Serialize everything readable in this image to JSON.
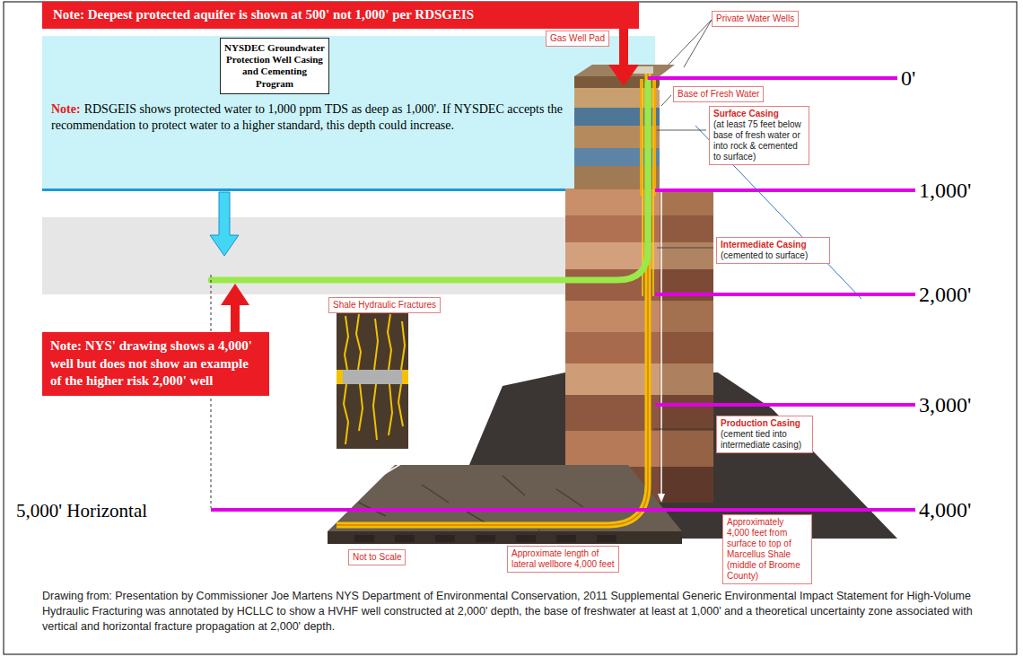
{
  "diagram": {
    "caption": "Drawing from: Presentation by Commissioner Joe Martens NYS Department of Environmental Conservation, 2011 Supplemental Generic Environmental Impact Statement for High-Volume Hydraulic Fracturing was annotated by HCLLC to show a HVHF well constructed at 2,000' depth, the base of freshwater at least at 1,000' and a theoretical uncertainty zone associated with vertical and horizontal fracture propagation at 2,000' depth.",
    "nodes": [
      {
        "text": [
          "Note: Deepest protected aquifer is shown at 500' not 1,000' per RDSGEIS"
        ]
      },
      {
        "text": [
          "Gas Well Pad"
        ]
      },
      {
        "text": [
          "Private Water Wells"
        ]
      },
      {
        "text": [
          "Note:",
          "RDSGEIS shows protected water to 1,000 ppm TDS as deep as 1,000'. If NYSDEC accepts the recommendation to protect water to a higher standard, this depth could increase."
        ]
      },
      {
        "text": [
          "NYSDEC Groundwater Protection Well Casing and Cementing Program"
        ],
        "in": 3
      },
      {
        "text": [
          "Base of Fresh Water"
        ]
      },
      {
        "text": [
          "Surface Casing",
          "(at least 75 feet below base of fresh water or into rock & cemented to surface)"
        ]
      },
      {
        "text": [
          "Intermediate Casing",
          "(cemented to surface)"
        ]
      },
      {
        "text": [
          "Shale Hydraulic Fractures"
        ]
      },
      {
        "text": [
          "Note: NYS' drawing shows a 4,000' well but does not show an example of the higher risk 2,000' well"
        ]
      },
      {
        "text": [
          "Production Casing",
          "(cement tied into intermediate casing)"
        ]
      },
      {
        "text": [
          "Approximately 4,000 feet from surface to top of Marcellus Shale (middle of Broome County)"
        ]
      },
      {
        "text": [
          "Not to Scale"
        ]
      },
      {
        "text": [
          "Approximate length of lateral wellbore 4,000 feet"
        ]
      }
    ],
    "labels": [
      "0'",
      "1,000'",
      "2,000'",
      "3,000'",
      "4,000'",
      "5,000' Horizontal"
    ]
  }
}
